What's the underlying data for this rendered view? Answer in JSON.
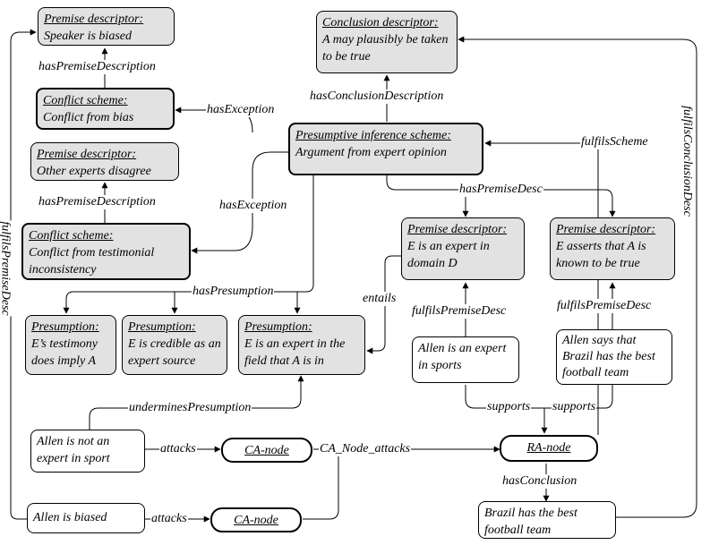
{
  "nodes": {
    "premise_speaker_biased": {
      "heading": "Premise descriptor:",
      "text": "Speaker is biased"
    },
    "conflict_bias": {
      "heading": "Conflict scheme:",
      "text": "Conflict from bias"
    },
    "premise_other_experts": {
      "heading": "Premise descriptor:",
      "text": "Other experts disagree"
    },
    "conflict_testimonial": {
      "heading": "Conflict scheme:",
      "text": "Conflict from testimonial inconsistency"
    },
    "conclusion_descriptor": {
      "heading": "Conclusion descriptor:",
      "text": "A may plausibly be taken to be true"
    },
    "presumptive_scheme": {
      "heading": "Presumptive inference scheme:",
      "text": "Argument from expert opinion"
    },
    "premise_expert_domain": {
      "heading": "Premise descriptor:",
      "text": "E is an expert in domain D"
    },
    "premise_asserts": {
      "heading": "Premise descriptor:",
      "text": "E asserts that A is known to be true"
    },
    "presumption_testimony": {
      "heading": "Presumption:",
      "text": "E’s testimony does imply A"
    },
    "presumption_credible": {
      "heading": "Presumption:",
      "text": "E is credible as an expert source"
    },
    "presumption_expert_field": {
      "heading": "Presumption:",
      "text": "E is an expert in the field that A is in"
    },
    "allen_expert_sports": {
      "text": "Allen is an expert in sports"
    },
    "allen_says_brazil": {
      "text": "Allen says that Brazil has the best football team"
    },
    "allen_not_expert": {
      "text": "Allen is not an expert in sport"
    },
    "allen_biased": {
      "text": "Allen is biased"
    },
    "ca_node_1": {
      "text": "CA-node"
    },
    "ca_node_2": {
      "text": "CA-node"
    },
    "ra_node": {
      "text": "RA-node"
    },
    "brazil_best": {
      "text": "Brazil has the best football team"
    }
  },
  "edge_labels": {
    "hasPremiseDescription_1": "hasPremiseDescription",
    "hasPremiseDescription_2": "hasPremiseDescription",
    "hasException_1": "hasException",
    "hasException_2": "hasException",
    "hasConclusionDescription": "hasConclusionDescription",
    "fulfilsScheme": "fulfilsScheme",
    "fulfilsConclusionDesc": "fulfilsConclusionDesc",
    "fulfilsPremiseDesc_left": "fulfilsPremiseDesc",
    "hasPremiseDesc": "hasPremiseDesc",
    "hasPresumption": "hasPresumption",
    "entails": "entails",
    "fulfilsPremiseDesc_1": "fulfilsPremiseDesc",
    "fulfilsPremiseDesc_2": "fulfilsPremiseDesc",
    "supports_1": "supports",
    "supports_2": "supports",
    "underminesPresumption": "underminesPresumption",
    "attacks_1": "attacks",
    "attacks_2": "attacks",
    "CA_Node_attacks": "CA_Node_attacks",
    "hasConclusion": "hasConclusion"
  }
}
